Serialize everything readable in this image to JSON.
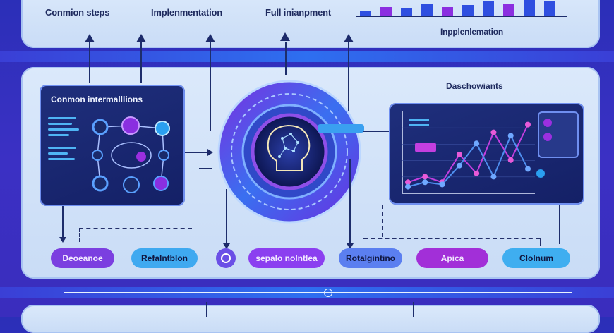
{
  "top": {
    "labels": [
      "Conmion steps",
      "Implenmentation",
      "Full inianpment"
    ],
    "right_label": "Inpplenlemation"
  },
  "left_card": {
    "title": "Conmon intermalllions"
  },
  "right_label": "Daschowiants",
  "pills": [
    {
      "label": "Deoeanoe",
      "color": "#7b3fe0"
    },
    {
      "label": "Refalntblon",
      "color": "#3fa9f0"
    },
    {
      "label": "",
      "color": "#6a4fe6"
    },
    {
      "label": "sepalo nolntlea",
      "color": "#8b3ff0"
    },
    {
      "label": "Rotalgintino",
      "color": "#5b7ff0"
    },
    {
      "label": "Apica",
      "color": "#a22fd8"
    },
    {
      "label": "Clolnum",
      "color": "#3faef0"
    }
  ],
  "chart_data": {
    "type": "line",
    "series": [
      {
        "values": [
          1,
          1.5,
          1,
          3.5,
          1.8,
          5.5,
          3,
          6.2
        ]
      },
      {
        "values": [
          0.6,
          1,
          0.8,
          2.5,
          4.5,
          1.5,
          5.2,
          2.2
        ]
      }
    ],
    "bars": [
      3,
      5,
      4,
      7,
      5,
      6,
      8,
      7,
      9,
      8
    ]
  },
  "colors": {
    "accent_blue": "#2f6ff0",
    "accent_purple": "#8b2fe0",
    "panel": "#d4e4f9"
  }
}
